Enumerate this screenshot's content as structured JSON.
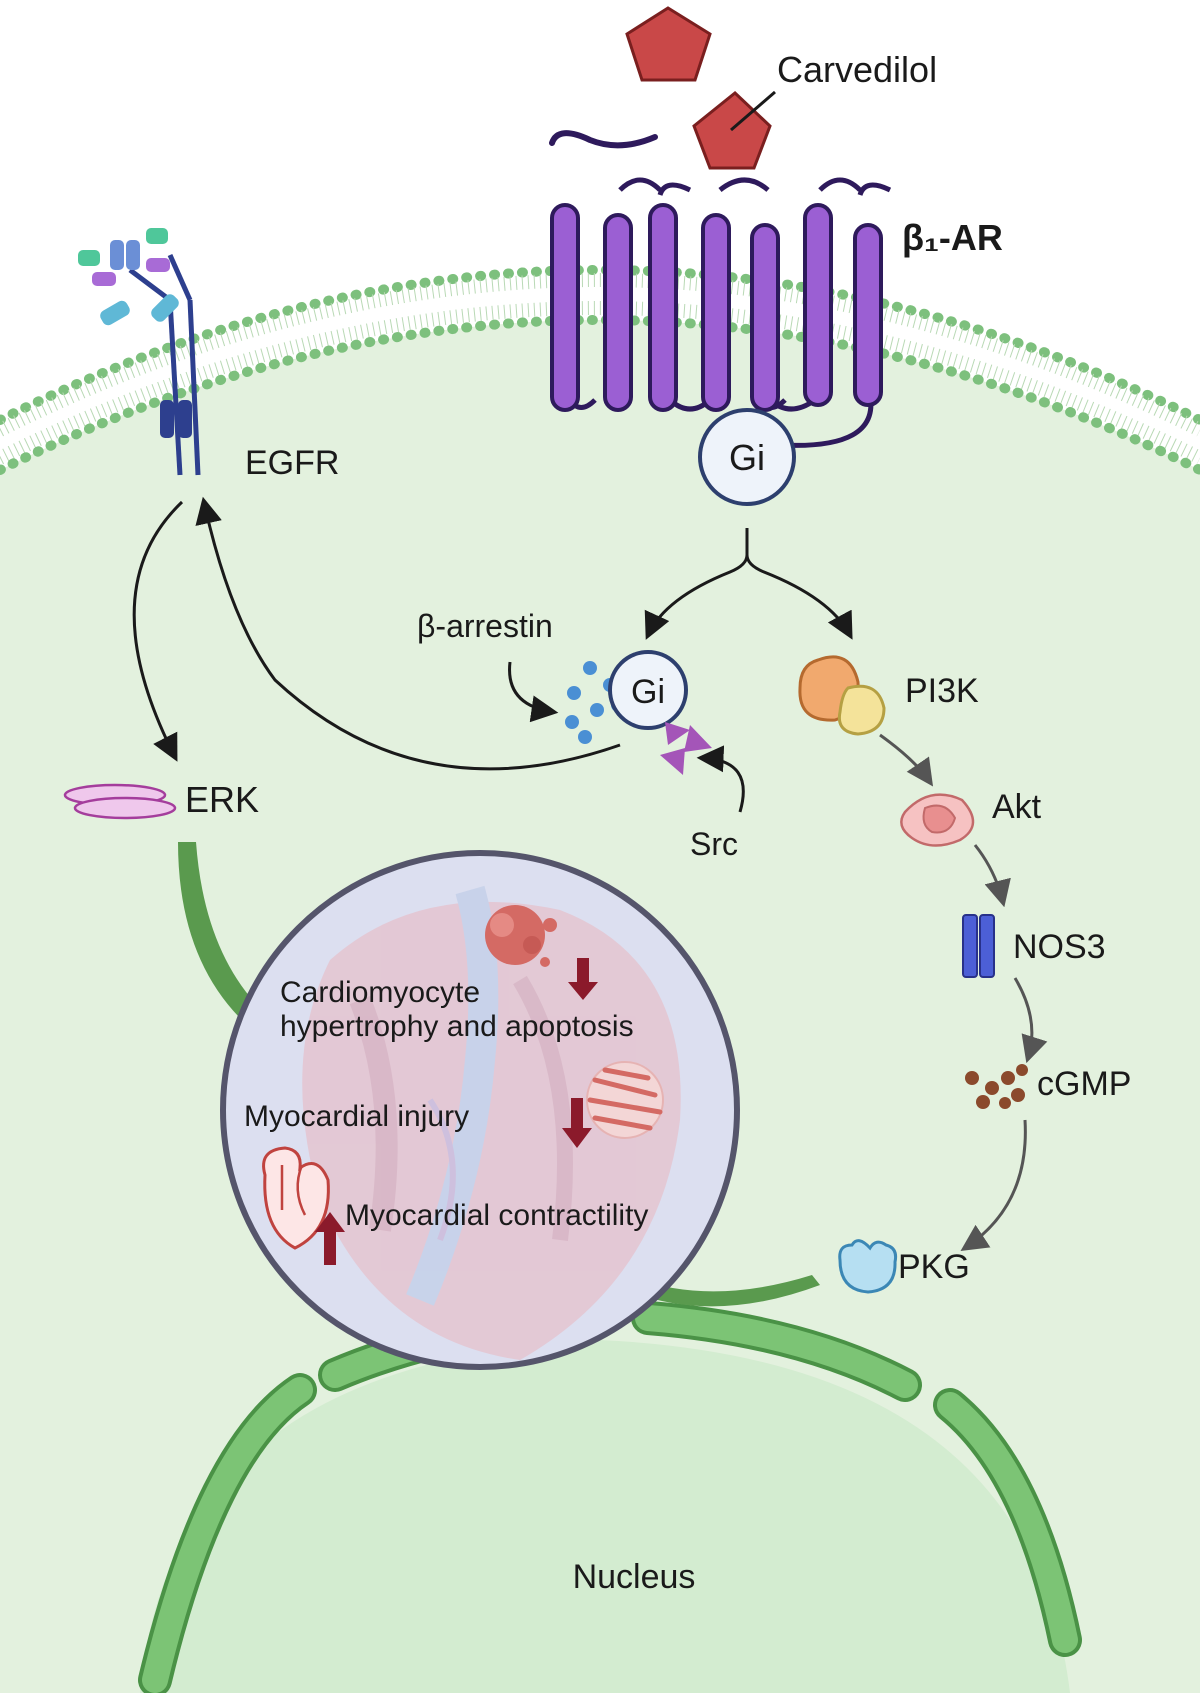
{
  "labels": {
    "carvedilol": "Carvedilol",
    "beta1_ar": "β₁-AR",
    "gi_receptor": "Gi",
    "egfr": "EGFR",
    "beta_arrestin": "β-arrestin",
    "gi_complex": "Gi",
    "src": "Src",
    "erk": "ERK",
    "pi3k": "PI3K",
    "akt": "Akt",
    "nos3": "NOS3",
    "cgmp": "cGMP",
    "pkg": "PKG",
    "effect_1_line1": "Cardiomyocyte",
    "effect_1_line2": "hypertrophy and apoptosis",
    "effect_2": "Myocardial injury",
    "effect_3": "Myocardial contractility",
    "nucleus": "Nucleus"
  },
  "effects": [
    {
      "name": "Cardiomyocyte hypertrophy and apoptosis",
      "direction": "down"
    },
    {
      "name": "Myocardial injury",
      "direction": "down"
    },
    {
      "name": "Myocardial contractility",
      "direction": "up"
    }
  ],
  "colors": {
    "cytoplasm": "#e3f1de",
    "membrane_dots": "#7dc07d",
    "receptor": "#9b5fd3",
    "receptor_outline": "#2e1a5c",
    "carvedilol": "#c94848",
    "gi_fill": "#eef3fa",
    "gi_outline": "#2d3f6e",
    "green_arrow": "#5a9a4e",
    "down_arrow": "#8b1a2b",
    "nucleus_fill": "#d3ecd0",
    "nucleus_envelope": "#74bf6d",
    "heart_circle": "#dcdff0"
  }
}
